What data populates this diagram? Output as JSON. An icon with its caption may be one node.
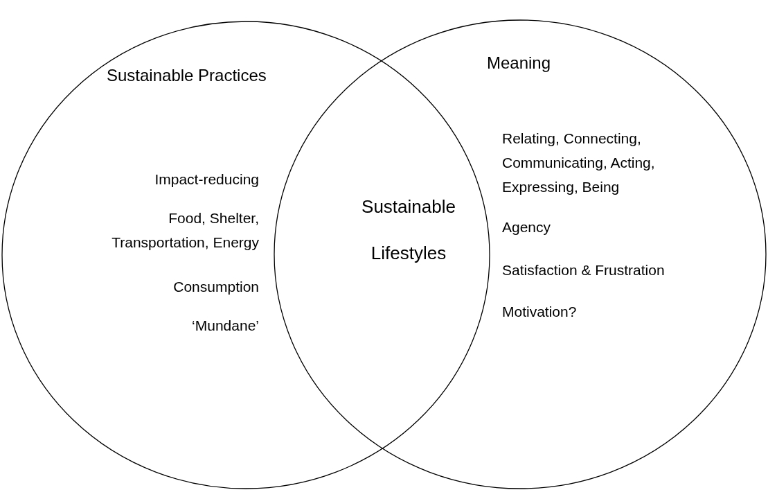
{
  "diagram": {
    "nodes": [
      {
        "text": [
          "Sustainable Practices",
          "Impact-reducing",
          "Food, Shelter, Transportation, Energy",
          "Consumption",
          "‘Mundane’"
        ]
      },
      {
        "text": [
          "Meaning",
          "Relating, Connecting, Communicating, Acting, Expressing, Being",
          "Agency",
          "Satisfaction & Frustration",
          "Motivation?"
        ]
      }
    ],
    "labels": [
      "Sustainable Lifestyles"
    ]
  }
}
